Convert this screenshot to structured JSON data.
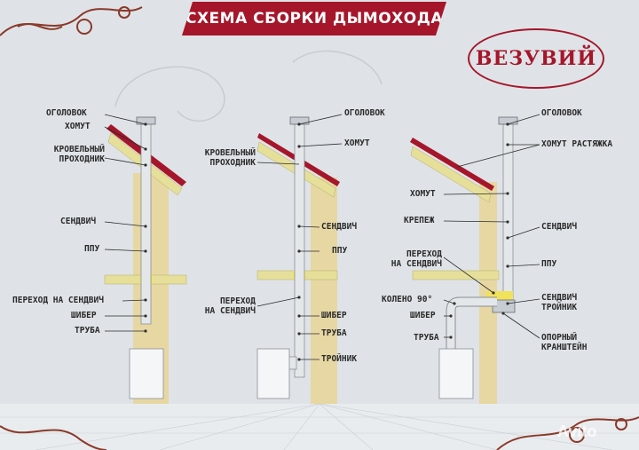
{
  "header": {
    "title": "СХЕМА СБОРКИ ДЫМОХОДА"
  },
  "brand": {
    "logo_text": "ВЕЗУВИЙ",
    "color": "#a5162a"
  },
  "colors": {
    "banner": "#a5162a",
    "roof": "#a5162a",
    "insulation": "#e6df9a",
    "ppu": "#f0e25a",
    "pipe": "#e4e7ea",
    "wall": "#e6d7a3",
    "leader": "#2a2a2a"
  },
  "scheme1": {
    "labels": {
      "ogolovok": "ОГОЛОВОК",
      "homut": "ХОМУТ",
      "krovelny": "КРОВЕЛЬНЫЙ\nПРОХОДНИК",
      "sendvich": "СЕНДВИЧ",
      "ppu": "ППУ",
      "perehod": "ПЕРЕХОД НА СЕНДВИЧ",
      "shiber": "ШИБЕР",
      "truba": "ТРУБА"
    }
  },
  "scheme2": {
    "labels": {
      "ogolovok": "ОГОЛОВОК",
      "krovelny": "КРОВЕЛЬНЫЙ\nПРОХОДНИК",
      "homut": "ХОМУТ",
      "sendvich": "СЕНДВИЧ",
      "ppu": "ППУ",
      "perehod": "ПЕРЕХОД\nНА СЕНДВИЧ",
      "shiber": "ШИБЕР",
      "truba": "ТРУБА",
      "troynik": "ТРОЙНИК"
    }
  },
  "scheme3": {
    "labels": {
      "ogolovok": "ОГОЛОВОК",
      "homut_rastyazhka": "ХОМУТ РАСТЯЖКА",
      "homut": "ХОМУТ",
      "krepezh": "КРЕПЕЖ",
      "sendvich": "СЕНДВИЧ",
      "perehod": "ПЕРЕХОД\nНА СЕНДВИЧ",
      "ppu": "ППУ",
      "koleno": "КОЛЕНО 90°",
      "sendvich_troynik": "СЕНДВИЧ\nТРОЙНИК",
      "shiber": "ШИБЕР",
      "truba": "ТРУБА",
      "opora": "ОПОРНЫЙ\nКРАНШТЕЙН"
    }
  },
  "watermark": {
    "text": "Avito"
  }
}
